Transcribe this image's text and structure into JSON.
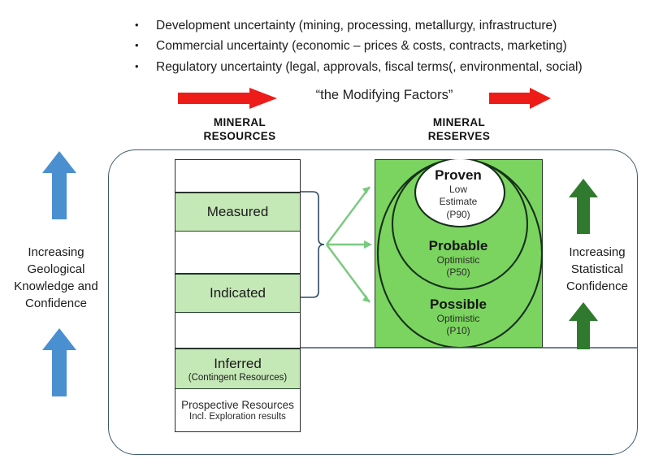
{
  "bullets": [
    {
      "marker": "•",
      "text": "Development uncertainty (mining, processing, metallurgy,  infrastructure)"
    },
    {
      "marker": "•",
      "text": "Commercial uncertainty (economic – prices & costs, contracts, marketing)"
    },
    {
      "marker": "•",
      "text": " Regulatory uncertainty (legal, approvals, fiscal terms(, environmental, social)"
    }
  ],
  "modifying_factors_label": "“the Modifying Factors”",
  "headings": {
    "resources": "MINERAL\nRESOURCES",
    "resources_line1": "MINERAL",
    "resources_line2": "RESOURCES",
    "reserves_line1": "MINERAL",
    "reserves_line2": "RESERVES"
  },
  "resource_column": [
    {
      "label": "",
      "sub": "",
      "filled": false
    },
    {
      "label": "Measured",
      "sub": "",
      "filled": true
    },
    {
      "label": "",
      "sub": "",
      "filled": false
    },
    {
      "label": "Indicated",
      "sub": "",
      "filled": true
    },
    {
      "label": "",
      "sub": "",
      "filled": false
    },
    {
      "label": "Inferred",
      "sub": "(Contingent Resources)",
      "filled": true
    },
    {
      "label": "Prospective Resources",
      "sub": "Incl. Exploration results",
      "filled": false
    }
  ],
  "reserves": [
    {
      "title": "Proven",
      "sub1": "Low",
      "sub2": "Estimate",
      "sub3": "(P90)"
    },
    {
      "title": "Probable",
      "sub1": "Optimistic",
      "sub2": "(P50)",
      "sub3": ""
    },
    {
      "title": "Possible",
      "sub1": "Optimistic",
      "sub2": "(P10)",
      "sub3": ""
    }
  ],
  "side_labels": {
    "left": "Increasing Geological Knowledge and Confidence",
    "left_line1": "Increasing",
    "left_line2": "Geological",
    "left_line3": "Knowledge and",
    "left_line4": "Confidence",
    "right": "Increasing Statistical Confidence",
    "right_line1": "Increasing",
    "right_line2": "Statistical",
    "right_line3": "Confidence"
  },
  "colors": {
    "red_arrow": "#EE1C18",
    "blue_arrow": "#4A90D0",
    "green_arrow": "#2F7A2E",
    "reserves_fill": "#7BD45F",
    "resource_fill": "#C5E8B7",
    "frame_stroke": "#3f5a6b",
    "ellipse_stroke": "#16301a",
    "connector_blue": "#2E4A63",
    "connector_green": "#79C97F"
  },
  "icons": {
    "red_arrow_left": "arrow-right-icon",
    "red_arrow_right": "arrow-right-icon",
    "blue_arrow_top": "arrow-up-icon",
    "blue_arrow_bottom": "arrow-up-icon",
    "green_arrow_top": "arrow-up-icon",
    "green_arrow_bottom": "arrow-up-icon"
  }
}
